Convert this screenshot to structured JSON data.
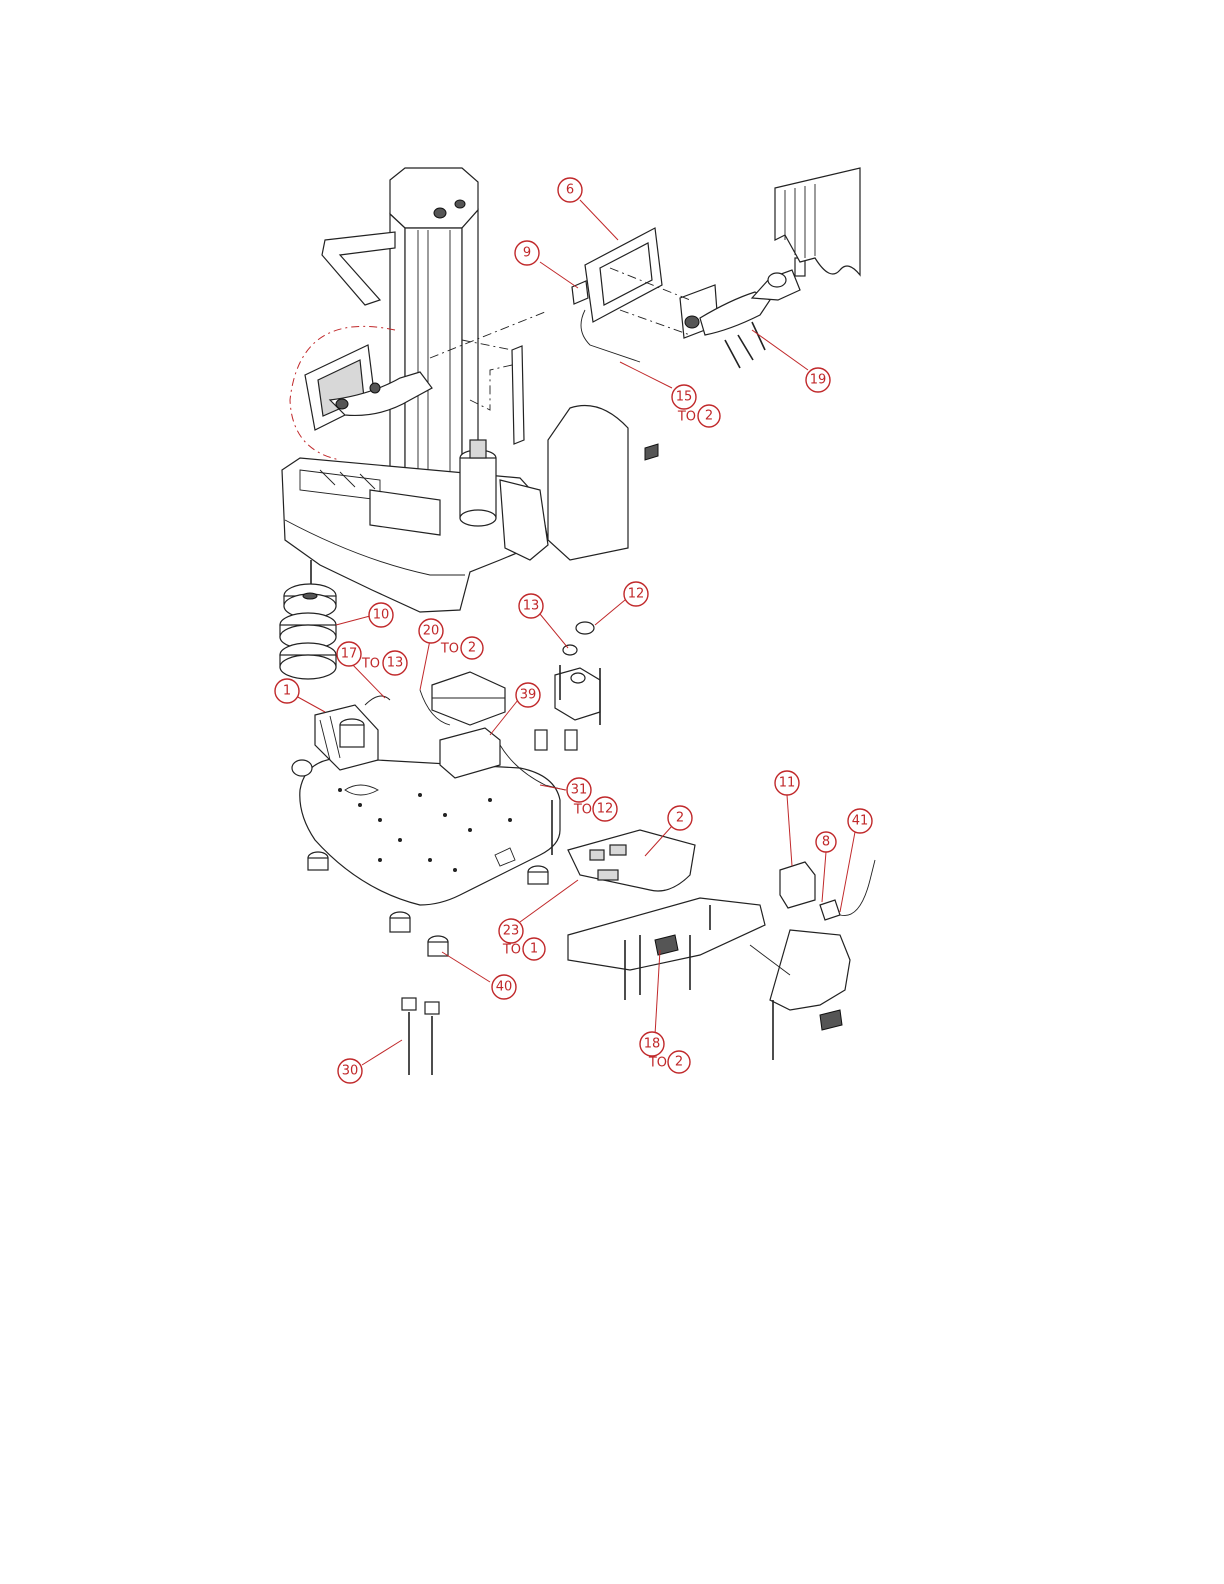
{
  "colors": {
    "callout": "#c0282a",
    "line_art": "#222222",
    "background": "#ffffff"
  },
  "callouts": [
    {
      "id": "c6",
      "label": "6",
      "to": ""
    },
    {
      "id": "c9",
      "label": "9",
      "to": ""
    },
    {
      "id": "c19",
      "label": "19",
      "to": ""
    },
    {
      "id": "c15",
      "label": "15",
      "to": "2"
    },
    {
      "id": "c13",
      "label": "13",
      "to": ""
    },
    {
      "id": "c12",
      "label": "12",
      "to": ""
    },
    {
      "id": "c10",
      "label": "10",
      "to": ""
    },
    {
      "id": "c20",
      "label": "20",
      "to": "2"
    },
    {
      "id": "c17",
      "label": "17",
      "to": "13"
    },
    {
      "id": "c39",
      "label": "39",
      "to": ""
    },
    {
      "id": "c1",
      "label": "1",
      "to": ""
    },
    {
      "id": "c31",
      "label": "31",
      "to": "12"
    },
    {
      "id": "c11",
      "label": "11",
      "to": ""
    },
    {
      "id": "c2",
      "label": "2",
      "to": ""
    },
    {
      "id": "c8",
      "label": "8",
      "to": ""
    },
    {
      "id": "c41",
      "label": "41",
      "to": ""
    },
    {
      "id": "c23",
      "label": "23",
      "to": "1"
    },
    {
      "id": "c40",
      "label": "40",
      "to": ""
    },
    {
      "id": "c18",
      "label": "18",
      "to": "2"
    },
    {
      "id": "c30",
      "label": "30",
      "to": ""
    }
  ],
  "to_prefix": "TO"
}
